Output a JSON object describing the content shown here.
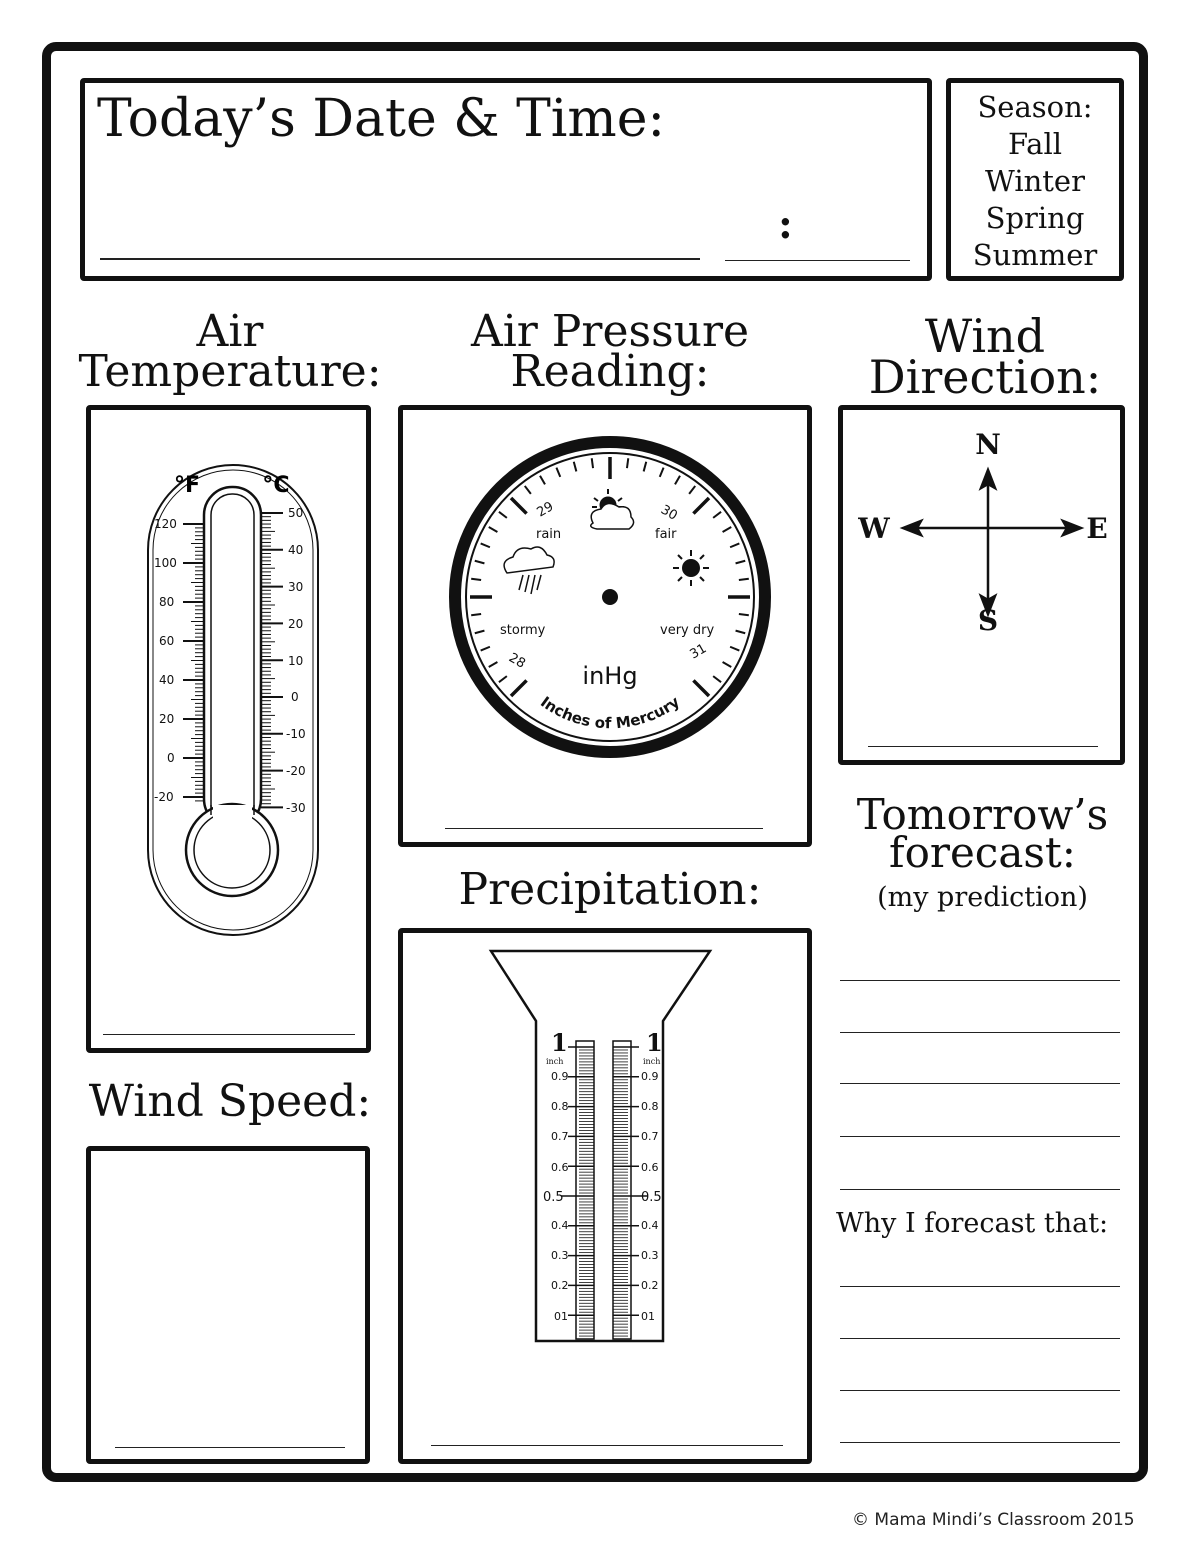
{
  "header": {
    "date_time_label": "Today’s Date & Time:",
    "time_colon": ":"
  },
  "season": {
    "label": "Season:",
    "options": [
      "Fall",
      "Winter",
      "Spring",
      "Summer"
    ]
  },
  "air_temperature": {
    "heading_line1": "Air",
    "heading_line2": "Temperature:",
    "fahrenheit_unit": "°F",
    "celsius_unit": "°C",
    "fahrenheit_ticks": [
      "120",
      "100",
      "80",
      "60",
      "40",
      "20",
      "0",
      "-20"
    ],
    "celsius_ticks": [
      "50",
      "40",
      "30",
      "20",
      "10",
      "0",
      "-10",
      "-20",
      "-30"
    ]
  },
  "air_pressure": {
    "heading_line1": "Air Pressure",
    "heading_line2": "Reading:",
    "scale_numbers": [
      "28",
      "29",
      "30",
      "31"
    ],
    "labels": [
      "rain",
      "fair",
      "stormy",
      "very dry"
    ],
    "unit": "inHg",
    "unit_full": "Inches of Mercury"
  },
  "wind_direction": {
    "heading_line1": "Wind",
    "heading_line2": "Direction:",
    "compass": {
      "north": "N",
      "south": "S",
      "east": "E",
      "west": "W"
    }
  },
  "forecast": {
    "heading_line1": "Tomorrow’s",
    "heading_line2": "forecast:",
    "subheading": "(my prediction)",
    "why_label": "Why I forecast that:"
  },
  "precipitation": {
    "heading": "Precipitation:",
    "top_label": "1",
    "top_unit": "inch",
    "ticks": [
      "0.9",
      "0.8",
      "0.7",
      "0.6",
      "0.5",
      "0.4",
      "0.3",
      "0.2",
      "01"
    ]
  },
  "wind_speed": {
    "heading": "Wind Speed:"
  },
  "footer": {
    "copyright": "© Mama Mindi’s Classroom 2015"
  }
}
